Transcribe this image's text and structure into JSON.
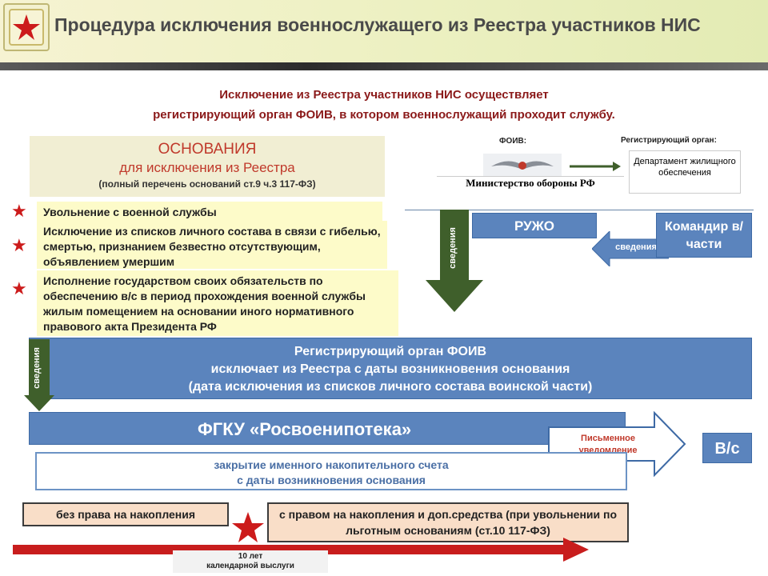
{
  "header": {
    "title": "Процедура исключения военнослужащего из Реестра участников НИС"
  },
  "subtitle": {
    "line1": "Исключение из  Реестра участников НИС  осуществляет",
    "line2": "регистрирующий орган  ФОИВ, в котором военнослужащий  проходит службу."
  },
  "grounds": {
    "title": "ОСНОВАНИЯ",
    "subtitle": "для исключения из Реестра",
    "note": "(полный перечень оснований ст.9 ч.3 117-ФЗ)",
    "items": [
      "Увольнение с военной службы",
      "Исключение из списков личного состава  в связи с гибелью, смертью, признанием безвестно отсутствующим, объявлением умершим",
      "Исполнение государством своих обязательств по обеспечению в/с в период прохождения военной службы жилым помещением на основании иного нормативного правового акта Президента РФ"
    ]
  },
  "foiv": {
    "label": "ФОИВ:",
    "name": "Министерство обороны РФ",
    "reg_label": "Регистрирующий орган:",
    "reg_name": "Департамент жилищного обеспечения"
  },
  "flow": {
    "svedeniya": "сведения",
    "ruzho": "РУЖО",
    "commander": "Командир в/ части",
    "reg_body": {
      "line1": "Регистрирующий орган ФОИВ",
      "line2": "исключает из Реестра с даты возникновения основания",
      "line3": "(дата исключения из списков личного состава воинской части)"
    },
    "fgku": "ФГКУ «Росвоенипотека»",
    "notice": "Письменное уведомление",
    "vs": "В/с",
    "closing": {
      "line1": "закрытие именного накопительного счета",
      "line2": "с даты возникновения основания"
    }
  },
  "timeline": {
    "left": "без права  на  накопления",
    "right": "с правом на  накопления и доп.средства (при увольнении по льготным основаниям  (ст.10  117-ФЗ)",
    "marker_line1": "10 лет",
    "marker_line2": "календарной  выслуги"
  },
  "colors": {
    "accent_blue": "#5b84bd",
    "arrow_green": "#3f5f2b",
    "star_red": "#cc1b1b",
    "title_red": "#8b1a1a"
  }
}
